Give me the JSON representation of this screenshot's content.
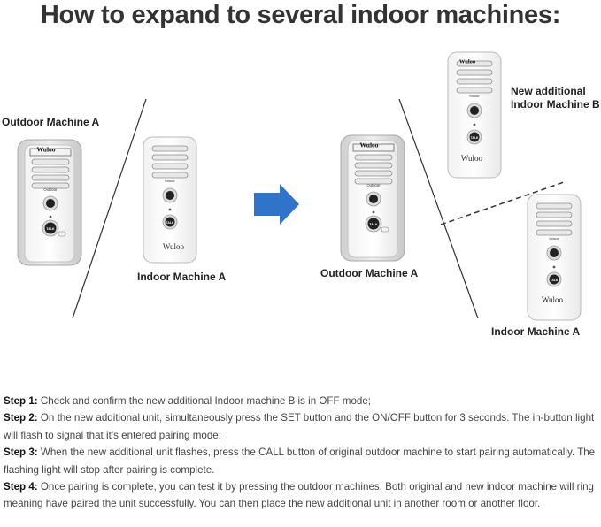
{
  "title": "How to expand to several indoor machines:",
  "labels": {
    "outdoor_a_left": "Outdoor Machine A",
    "indoor_a_left": "Indoor Machine A",
    "outdoor_a_right": "Outdoor Machine A",
    "new_indoor_b": "New additional\nIndoor Machine B",
    "indoor_a_right": "Indoor Machine A"
  },
  "device": {
    "brand": "Wuloo",
    "outdoor_text": "Outdoor",
    "indoor_text": "Indoor",
    "button_text": "TALK"
  },
  "steps": [
    {
      "label": "Step 1:",
      "text": "Check and confirm the new additional Indoor machine B is in OFF mode;"
    },
    {
      "label": "Step 2:",
      "text": "On the new additional unit, simultaneously press the SET button and the ON/OFF button for 3 seconds. The in-button light will flash to signal that it’s entered pairing mode;"
    },
    {
      "label": "Step 3:",
      "text": "When the new additional unit flashes, press the CALL button of original outdoor machine to start pairing automatically. The flashing light will stop after pairing is complete."
    },
    {
      "label": "Step 4:",
      "text": "Once pairing is complete, you can test it by pressing the outdoor machines. Both original and new indoor machine will ring meaning have paired the unit successfully. You can then place the new additional unit in another room or another floor."
    }
  ],
  "colors": {
    "arrow": "#2f74c9"
  }
}
